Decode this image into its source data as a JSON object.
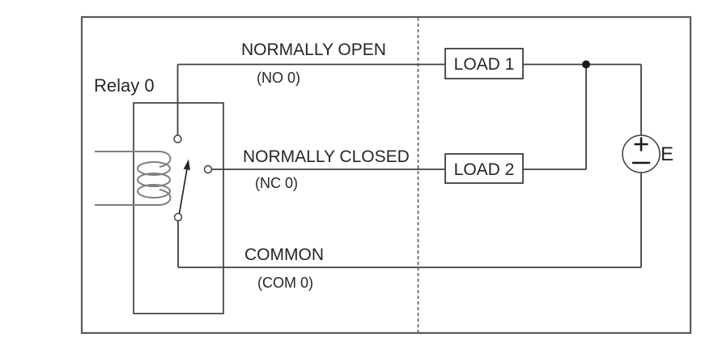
{
  "relay": {
    "label": "Relay 0",
    "contacts": {
      "no": {
        "label": "NORMALLY OPEN",
        "sublabel": "(NO 0)"
      },
      "nc": {
        "label": "NORMALLY CLOSED",
        "sublabel": "(NC 0)"
      },
      "com": {
        "label": "COMMON",
        "sublabel": "(COM 0)"
      }
    }
  },
  "loads": [
    {
      "label": "LOAD 1"
    },
    {
      "label": "LOAD 2"
    }
  ],
  "source": {
    "label": "E",
    "polarity_top": "+",
    "polarity_bottom": "−"
  },
  "colors": {
    "wire": "#3f3f3f",
    "border": "#595959",
    "coil": "#7f7f7f",
    "text": "#262626",
    "background": "#ffffff"
  }
}
